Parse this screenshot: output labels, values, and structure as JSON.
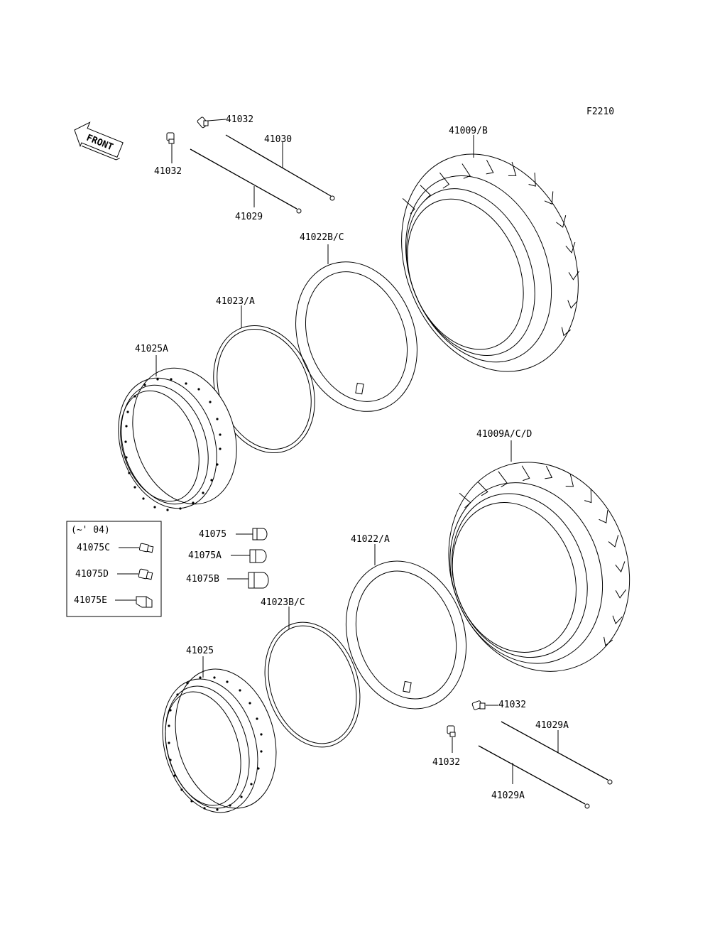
{
  "figure_code": "F2210",
  "front_label": "FRONT",
  "callouts": {
    "spoke_nipple_top_right": "41032",
    "spoke_nipple_top_left": "41032",
    "spoke_upper": "41030",
    "spoke_lower": "41029",
    "tire_rear": "41009/B",
    "tube_rear": "41022B/C",
    "rim_band_rear": "41023/A",
    "rim_rear": "41025A",
    "tire_front": "41009A/C/D",
    "tube_front": "41022/A",
    "rim_band_front": "41023B/C",
    "rim_front": "41025",
    "valve_cap_1": "41075",
    "valve_cap_2": "41075A",
    "valve_cap_3": "41075B",
    "spoke_nipple_bottom_right": "41032",
    "spoke_nipple_bottom_left": "41032",
    "spoke_bottom_upper": "41029A",
    "spoke_bottom_lower": "41029A"
  },
  "inset": {
    "title": "(~' 04)",
    "items": [
      "41075C",
      "41075D",
      "41075E"
    ]
  }
}
